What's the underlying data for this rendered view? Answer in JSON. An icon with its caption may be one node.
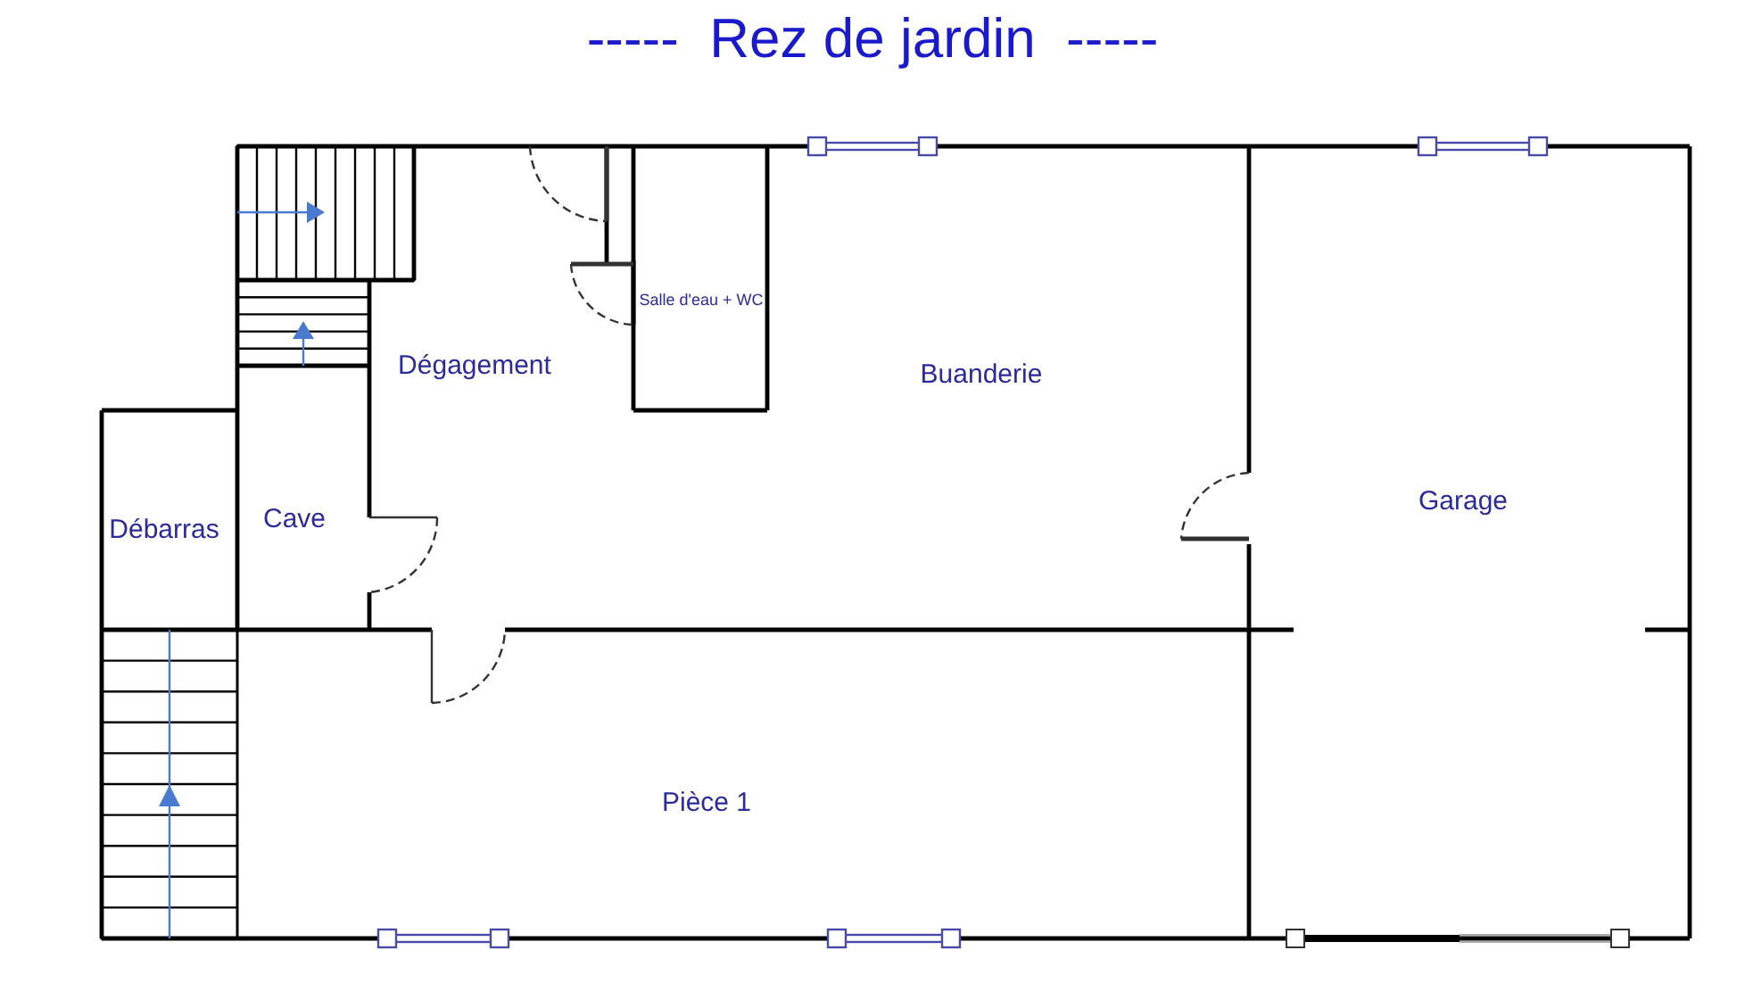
{
  "diagram": {
    "title": "-----  Rez de jardin  -----",
    "nodes": [
      {
        "text": [
          "Dégagement"
        ]
      },
      {
        "text": [
          "Salle d'eau + WC"
        ]
      },
      {
        "text": [
          "Buanderie"
        ]
      },
      {
        "text": [
          "Garage"
        ]
      },
      {
        "text": [
          "Débarras"
        ]
      },
      {
        "text": [
          "Cave"
        ]
      },
      {
        "text": [
          "Pièce 1"
        ]
      }
    ],
    "edges": []
  }
}
